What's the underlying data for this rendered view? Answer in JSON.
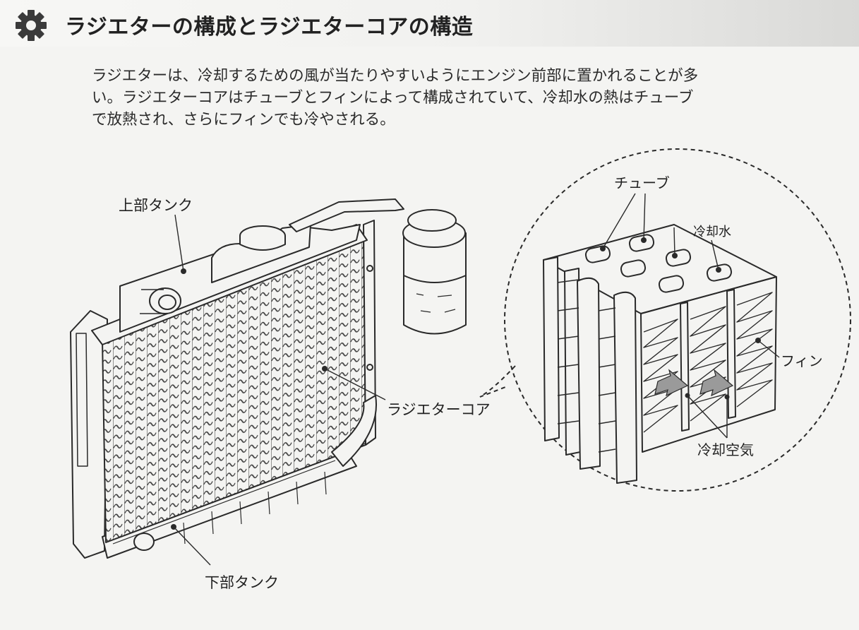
{
  "header": {
    "title": "ラジエターの構成とラジエターコアの構造",
    "icon": "gear-icon"
  },
  "description": {
    "lines": [
      "ラジエターは、冷却するための風が当たりやすいようにエンジン前部に置かれることが多",
      "い。ラジエターコアはチューブとフィンによって構成されていて、冷却水の熱はチューブ",
      "で放熱され、さらにフィンでも冷やされる。"
    ]
  },
  "labels": {
    "upper_tank": "上部タンク",
    "lower_tank": "下部タンク",
    "radiator_core": "ラジエターコア",
    "tube": "チューブ",
    "coolant": "冷却水",
    "fin": "フィン",
    "cooling_air": "冷却空気"
  },
  "colors": {
    "line": "#2a2a2a",
    "arrow": "#9a9a9a",
    "background": "#f4f4f2"
  }
}
